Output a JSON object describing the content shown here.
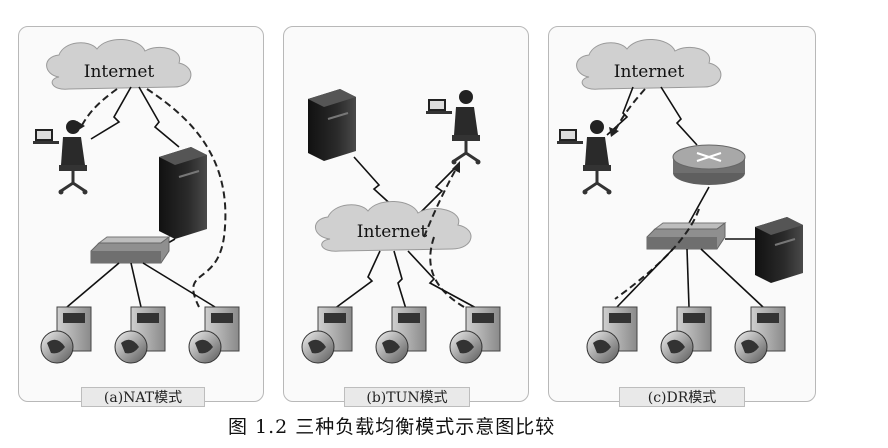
{
  "panels": [
    {
      "cloud_label": "Internet",
      "label": "(a)NAT模式"
    },
    {
      "cloud_label": "Internet",
      "label": "(b)TUN模式"
    },
    {
      "cloud_label": "Internet",
      "label": "(c)DR模式"
    }
  ],
  "caption": "图 1.2 三种负载均衡模式示意图比较"
}
